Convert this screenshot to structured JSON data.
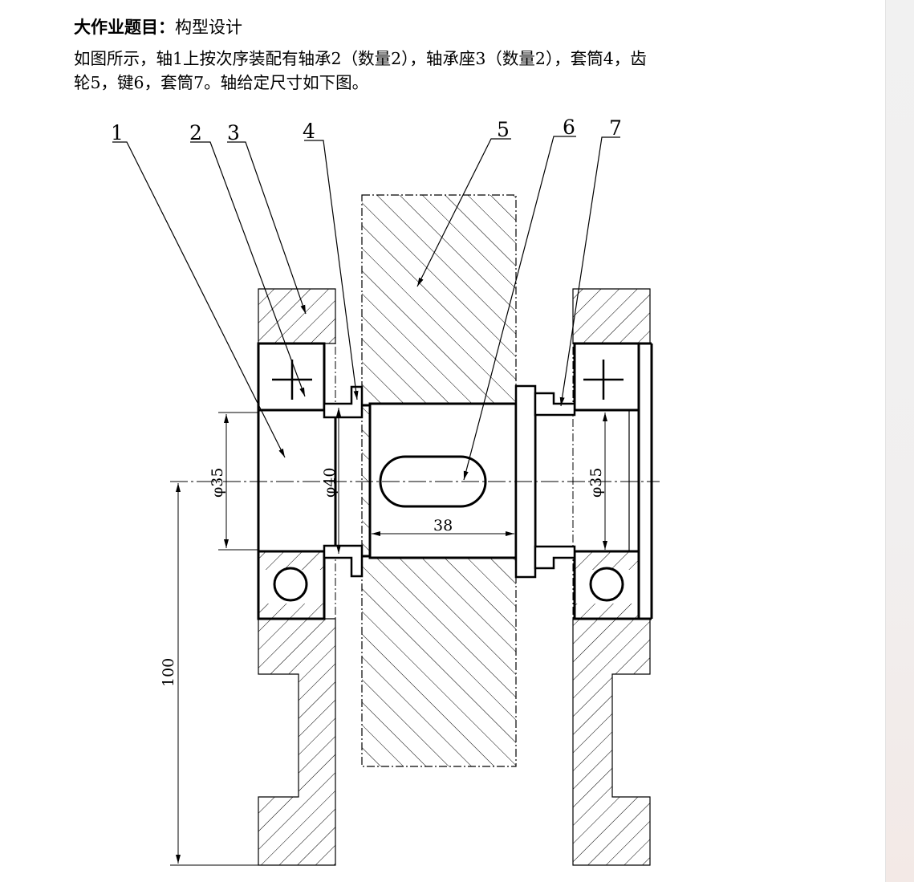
{
  "document": {
    "title_label": "大作业题目：",
    "title_value": "构型设计",
    "paragraph_lines": [
      "如图所示，轴1上按次序装配有轴承2（数量2），轴承座3（数量2），套筒4，齿",
      "轮5，键6，套筒7。轴给定尺寸如下图。"
    ]
  },
  "figure": {
    "part_labels": [
      "1",
      "2",
      "3",
      "4",
      "5",
      "6",
      "7"
    ],
    "dimensions": {
      "left_journal": "φ35",
      "shoulder": "φ40",
      "right_journal": "φ35",
      "key_length": "38",
      "height": "100"
    }
  }
}
